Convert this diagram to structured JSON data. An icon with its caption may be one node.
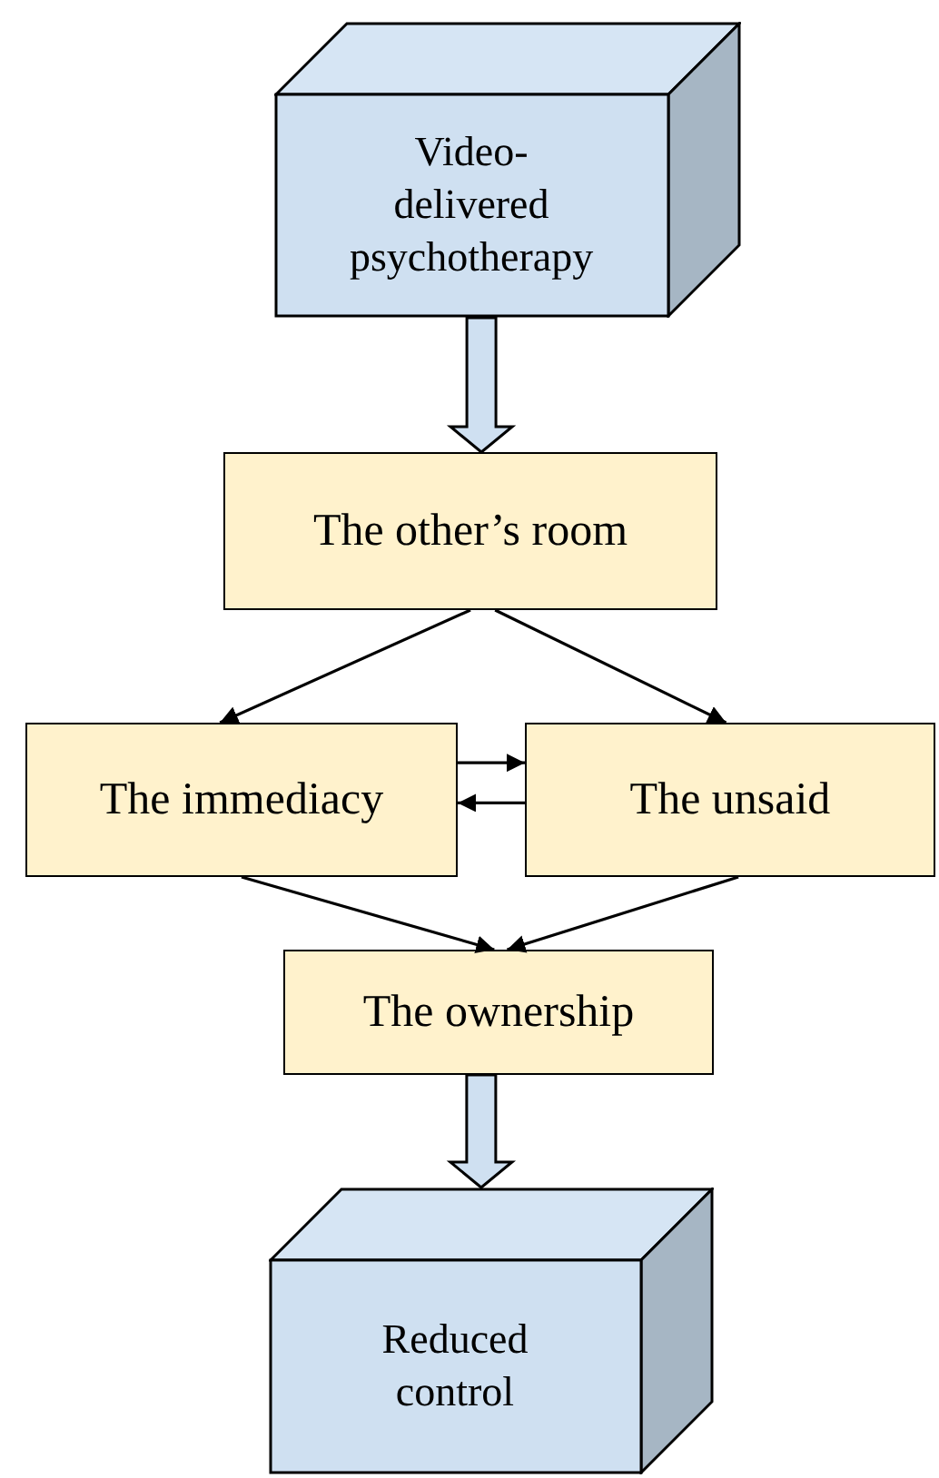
{
  "diagram": {
    "nodes": [
      {
        "text": [
          "Video-delivered psychotherapy"
        ]
      },
      {
        "text": [
          "The other’s room"
        ]
      },
      {
        "text": [
          "The immediacy"
        ]
      },
      {
        "text": [
          "The unsaid"
        ]
      },
      {
        "text": [
          "The ownership"
        ]
      },
      {
        "text": [
          "Reduced control"
        ]
      }
    ],
    "edges": [
      {
        "from": 0,
        "to": 1,
        "arrow": "to",
        "style": "thick"
      },
      {
        "from": 1,
        "to": 2,
        "arrow": "to"
      },
      {
        "from": 1,
        "to": 3,
        "arrow": "to"
      },
      {
        "from": 2,
        "to": 3,
        "arrow": "to"
      },
      {
        "from": 3,
        "to": 2,
        "arrow": "to"
      },
      {
        "from": 2,
        "to": 4,
        "arrow": "to"
      },
      {
        "from": 3,
        "to": 4,
        "arrow": "to"
      },
      {
        "from": 4,
        "to": 5,
        "arrow": "to",
        "style": "thick"
      }
    ]
  }
}
